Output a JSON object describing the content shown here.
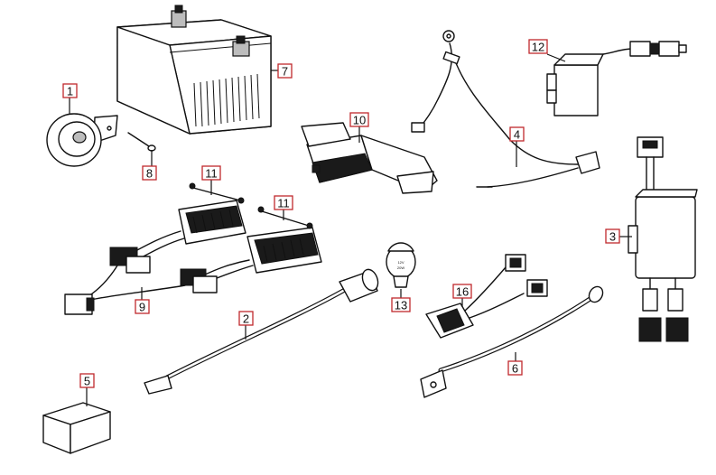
{
  "callouts": [
    {
      "id": "c1",
      "label": "1"
    },
    {
      "id": "c2",
      "label": "2"
    },
    {
      "id": "c3",
      "label": "3"
    },
    {
      "id": "c4",
      "label": "4"
    },
    {
      "id": "c5",
      "label": "5"
    },
    {
      "id": "c6",
      "label": "6"
    },
    {
      "id": "c7",
      "label": "7"
    },
    {
      "id": "c8",
      "label": "8"
    },
    {
      "id": "c9",
      "label": "9"
    },
    {
      "id": "c10",
      "label": "10"
    },
    {
      "id": "c11a",
      "label": "11"
    },
    {
      "id": "c11b",
      "label": "11"
    },
    {
      "id": "c12",
      "label": "12"
    },
    {
      "id": "c13",
      "label": "13"
    },
    {
      "id": "c16",
      "label": "16"
    }
  ],
  "socket_marking": {
    "line1": "12V",
    "line2": "20W"
  },
  "colors": {
    "callout_border": "#c0282d",
    "line": "#111111",
    "background": "#ffffff"
  }
}
